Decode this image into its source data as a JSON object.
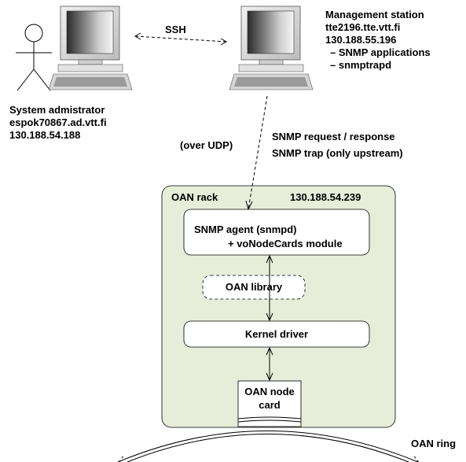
{
  "admin": {
    "title": "System admistrator",
    "host": "espok70867.ad.vtt.fi",
    "ip": "130.188.54.188"
  },
  "station": {
    "title": "Management station",
    "host": "tte2196.tte.vtt.fi",
    "ip": "130.188.55.196",
    "app1": "– SNMP applications",
    "app2": "– snmptrapd"
  },
  "links": {
    "ssh": "SSH",
    "udp": "(over UDP)",
    "snmp_req": "SNMP request / response",
    "snmp_trap": "SNMP trap (only upstream)"
  },
  "rack": {
    "title": "OAN rack",
    "ip": "130.188.54.239",
    "agent_line1": "SNMP agent (snmpd)",
    "agent_line2": "+ voNodeCards module",
    "library": "OAN library",
    "kernel": "Kernel driver",
    "card_line1": "OAN node",
    "card_line2": "card"
  },
  "ring": {
    "label": "OAN ring"
  },
  "colors": {
    "rack_fill": "#e6eed9",
    "stroke": "#000000",
    "box_fill": "#ffffff"
  },
  "icons": [
    "stick-figure-icon",
    "computer-icon"
  ]
}
